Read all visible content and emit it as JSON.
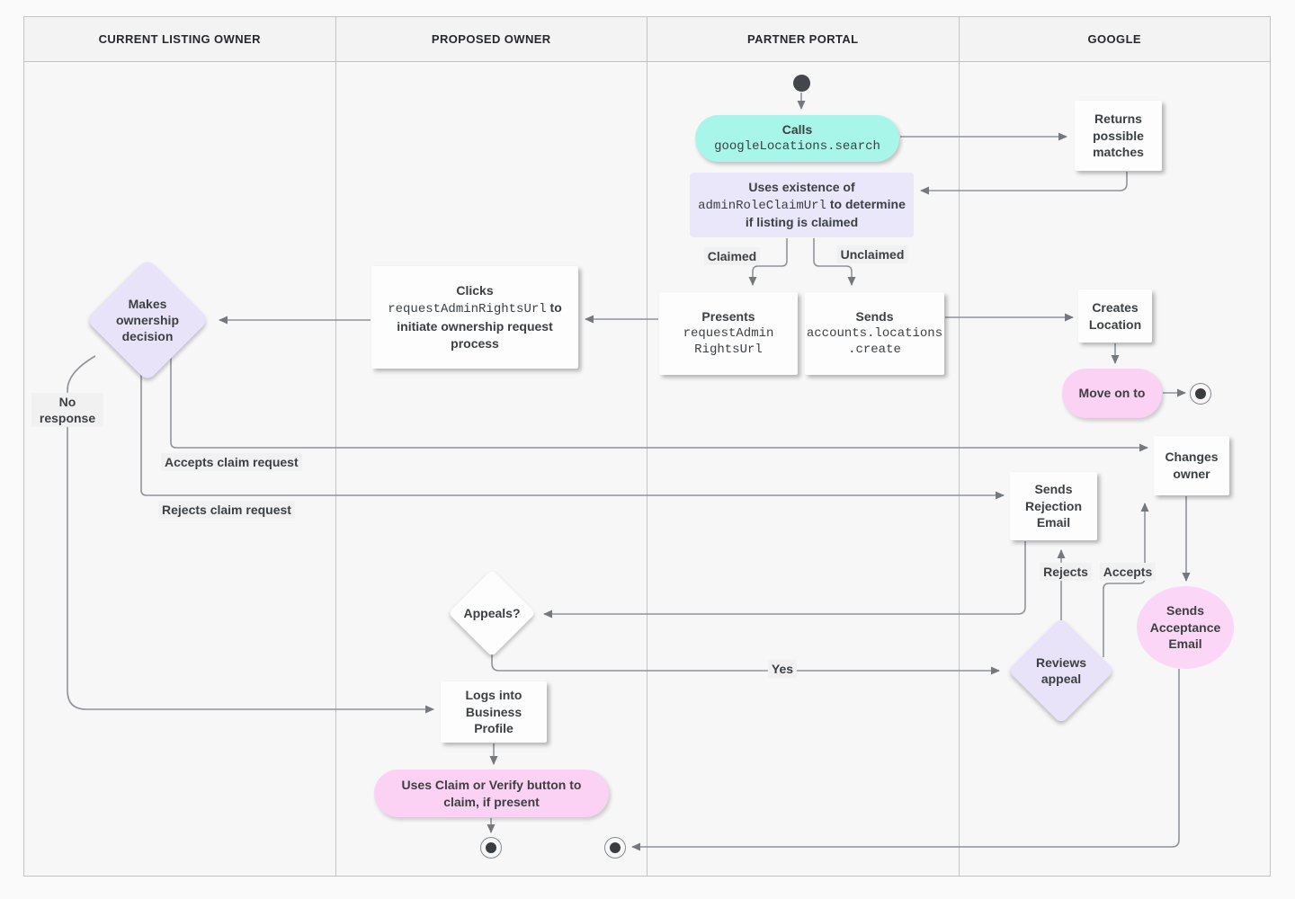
{
  "lanes": [
    {
      "label": "CURRENT LISTING OWNER"
    },
    {
      "label": "PROPOSED OWNER"
    },
    {
      "label": "PARTNER PORTAL"
    },
    {
      "label": "GOOGLE"
    }
  ],
  "nodes": {
    "calls": {
      "label": "Calls",
      "code": "googleLocations.search"
    },
    "returns_matches": {
      "label": "Returns possible matches"
    },
    "uses_existence": {
      "pre": "Uses existence of",
      "code": "adminRoleClaimUrl",
      "post": "to determine if listing is claimed"
    },
    "presents": {
      "label": "Presents",
      "code_lines": [
        "requestAdmin",
        "RightsUrl"
      ]
    },
    "sends_create": {
      "label": "Sends",
      "code_lines": [
        "accounts.locations",
        ".create"
      ]
    },
    "clicks": {
      "pre": "Clicks",
      "code": "requestAdminRightsUrl",
      "post": "to initiate ownership request process"
    },
    "creates_location": {
      "label": "Creates Location"
    },
    "move_on": {
      "label": "Move on to"
    },
    "makes_decision": {
      "label": "Makes ownership decision"
    },
    "changes_owner": {
      "label": "Changes owner"
    },
    "sends_rejection": {
      "label": "Sends Rejection Email"
    },
    "sends_acceptance": {
      "label": "Sends Acceptance Email"
    },
    "reviews_appeal": {
      "label": "Reviews appeal"
    },
    "appeals": {
      "label": "Appeals?"
    },
    "logs_into": {
      "label": "Logs into Business Profile"
    },
    "claim_verify": {
      "label": "Uses Claim or Verify button to claim, if present"
    }
  },
  "edge_labels": {
    "claimed": "Claimed",
    "unclaimed": "Unclaimed",
    "no_response": "No response",
    "accepts_claim": "Accepts claim request",
    "rejects_claim": "Rejects claim request",
    "rejects": "Rejects",
    "accepts": "Accepts",
    "yes": "Yes"
  },
  "colors": {
    "teal": "#a8f5e9",
    "lavender": "#e8e3f8",
    "lavender_light": "#ebe7fa",
    "pink": "#fbd2f4",
    "line_gray": "#8f9398",
    "node_text": "#3c4043"
  }
}
